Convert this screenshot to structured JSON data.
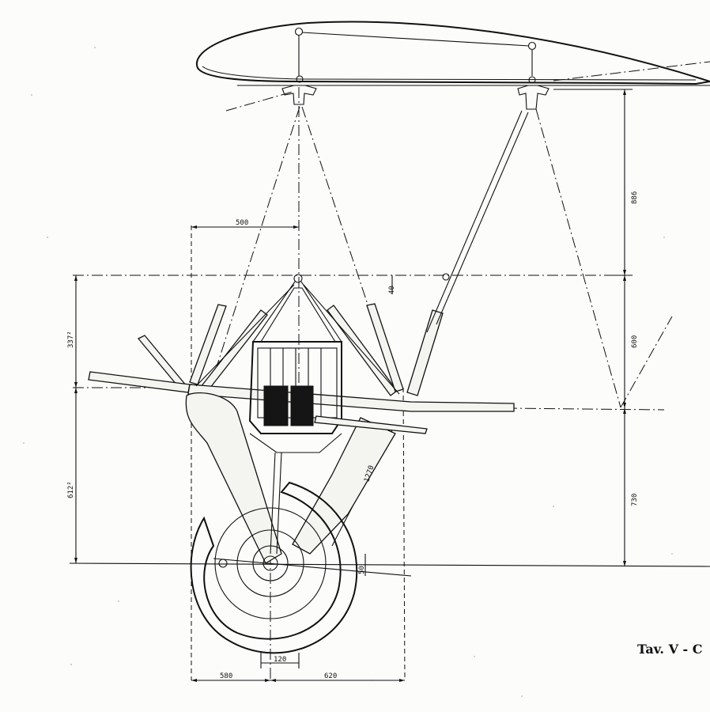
{
  "plate_caption": "Tav. V - C",
  "dimensions": {
    "d500": "500",
    "d886": "886",
    "d600": "600",
    "d730": "730",
    "d337": "337²",
    "d612": "612²",
    "d1270": "1270",
    "d120": "120",
    "d580": "580",
    "d620": "620",
    "d40": "40",
    "d50": "50"
  },
  "colors": {
    "ink": "#111111",
    "paper": "#fcfcfa"
  }
}
